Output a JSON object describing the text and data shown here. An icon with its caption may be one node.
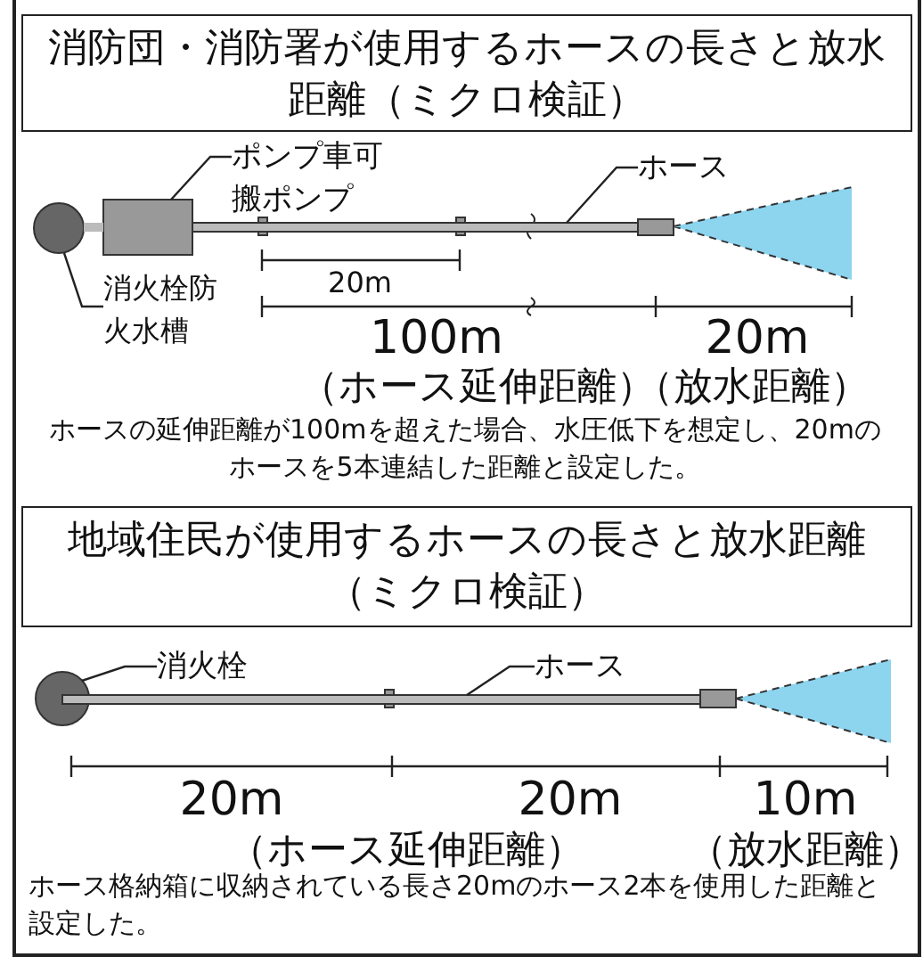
{
  "diagram": {
    "nodes": [
      {
        "text": [
          "消防団・消防署が使用するホースの長さと放水距離（ミクロ検証）"
        ]
      },
      {
        "text": [
          "ポンプ車可搬ポンプ"
        ]
      },
      {
        "text": [],
        "shape": "box"
      },
      {
        "text": [],
        "shape": "circle"
      },
      {
        "text": [
          "消火栓防火水槽"
        ]
      },
      {
        "text": [
          "ホース"
        ]
      },
      {
        "text": [],
        "shape": "bar"
      },
      {
        "text": [
          "地域住民が使用するホースの長さと放水距離（ミクロ検証）"
        ]
      },
      {
        "text": [
          "消火栓"
        ]
      },
      {
        "text": [],
        "shape": "circle"
      },
      {
        "text": [
          "ホース"
        ]
      },
      {
        "text": [],
        "shape": "bar"
      }
    ],
    "edges": [
      {
        "from": 3,
        "to": 2,
        "arrow": "none",
        "style": "thick",
        "color": "#bbbbbb"
      },
      {
        "from": 1,
        "to": 2,
        "arrow": "none"
      },
      {
        "from": 4,
        "to": 3,
        "arrow": "none"
      },
      {
        "from": 5,
        "to": 6,
        "arrow": "none"
      },
      {
        "from": 8,
        "to": 9,
        "arrow": "none"
      },
      {
        "from": 10,
        "to": 11,
        "arrow": "none"
      }
    ],
    "labels": [
      "20m",
      "100m",
      "20m",
      "（ホース延伸距離）",
      "（放水距離）",
      "ホースの延伸距離が100mを超えた場合、水圧低下を想定し、20mのホースを5本連結した距離と設定した。",
      "20m",
      "20m",
      "10m",
      "（ホース延伸距離）",
      "（放水距離）",
      "ホース格納箱に収納されている長さ20mのホース2本を使用した距離と設定した。"
    ]
  }
}
